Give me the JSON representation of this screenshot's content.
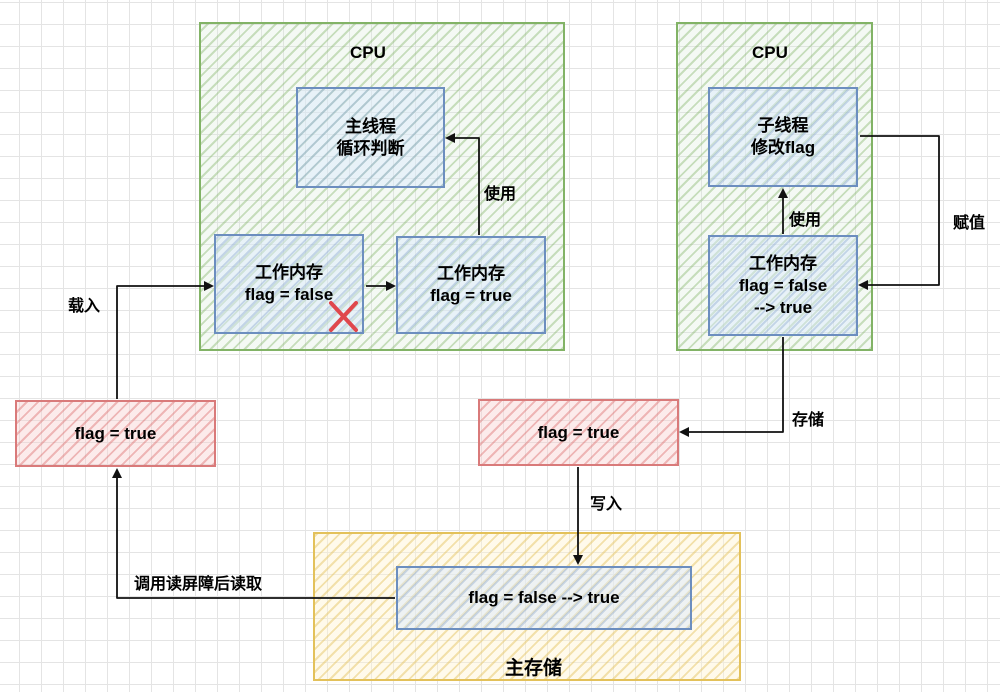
{
  "cpu_left": {
    "title": "CPU",
    "main_thread": {
      "line1": "主线程",
      "line2": "循环判断"
    },
    "working_memory_stale": {
      "line1": "工作内存",
      "line2": "flag = false"
    },
    "working_memory_fresh": {
      "line1": "工作内存",
      "line2": "flag = true"
    },
    "use_label": "使用"
  },
  "cpu_right": {
    "title": "CPU",
    "child_thread": {
      "line1": "子线程",
      "line2": "修改flag"
    },
    "working_memory": {
      "line1": "工作内存",
      "line2": "flag = false",
      "line3": "--> true"
    },
    "use_label": "使用",
    "assign_label": "赋值"
  },
  "left_buffer": {
    "text": "flag = true"
  },
  "right_buffer": {
    "text": "flag = true"
  },
  "main_memory": {
    "title": "主存储",
    "value": "flag = false --> true"
  },
  "edge_labels": {
    "load": "载入",
    "store": "存储",
    "write": "写入",
    "read_barrier": "调用读屏障后读取"
  },
  "colors": {
    "green": "#82b366",
    "blue": "#6c8ebf",
    "red": "#d97a7a",
    "yellow": "#e3c15a",
    "cross": "#e0474c"
  }
}
